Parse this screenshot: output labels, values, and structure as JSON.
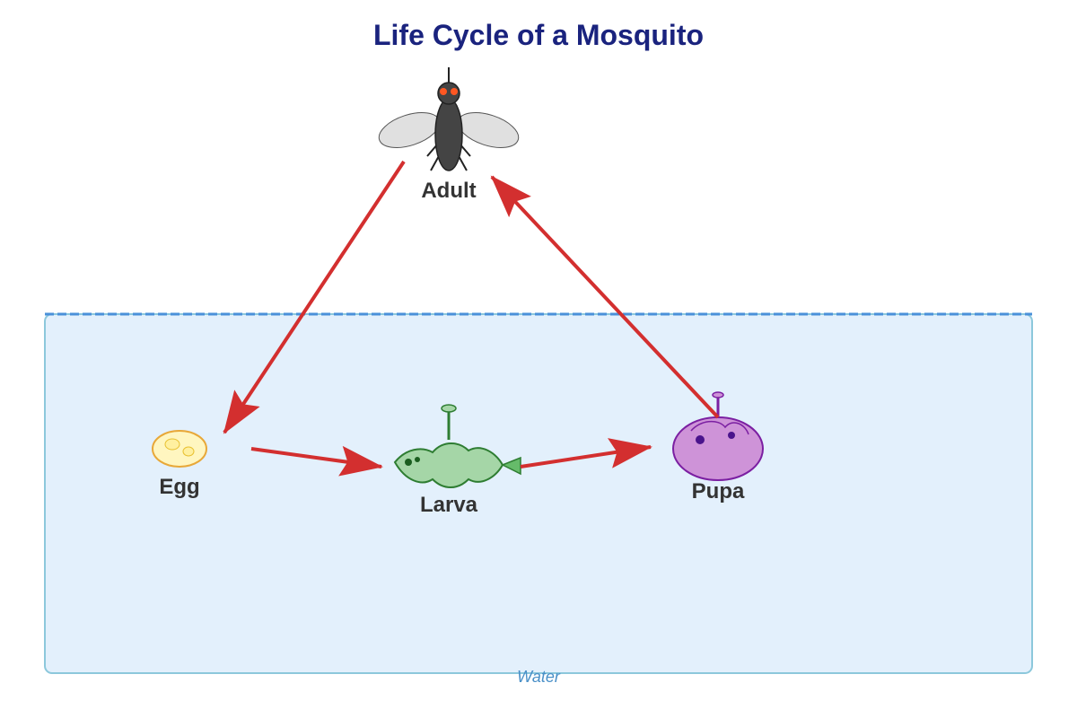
{
  "title": "Life Cycle of a Mosquito",
  "stages": {
    "adult": "Adult",
    "egg": "Egg",
    "larva": "Larva",
    "pupa": "Pupa"
  },
  "water_label": "Water",
  "colors": {
    "title": "#1a237e",
    "arrow": "#d32f2f",
    "water_fill": "#e3f0fc",
    "water_border": "#8cc8dc",
    "water_surface": "#4a90d9",
    "water_text": "#4a90c8",
    "egg_fill": "#fff6c0",
    "egg_stroke": "#e8a838",
    "larva_fill": "#a5d6a7",
    "larva_stroke": "#2e7d32",
    "pupa_fill": "#ce93d8",
    "pupa_stroke": "#7b1fa2",
    "adult_body": "#444444",
    "adult_eye": "#ff5722",
    "adult_wing": "#e0e0e0"
  }
}
